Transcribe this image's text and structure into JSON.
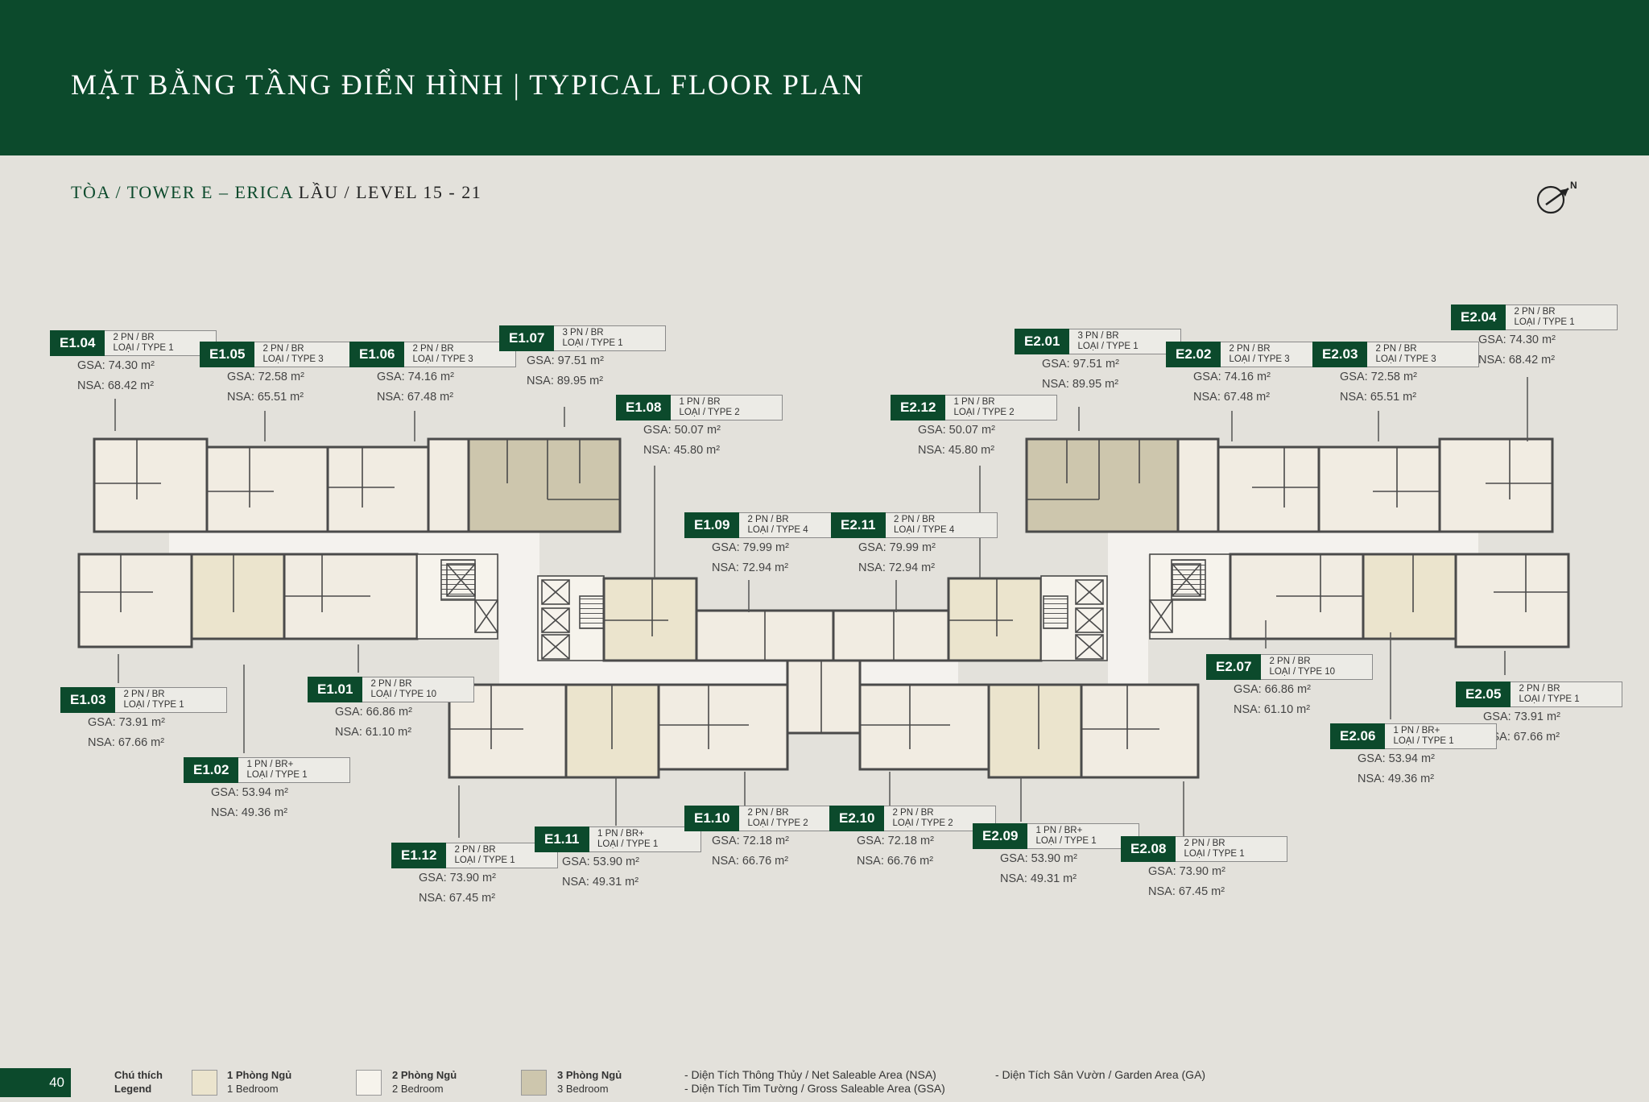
{
  "header": {
    "title": "MẶT BẰNG TẦNG ĐIỂN HÌNH | TYPICAL FLOOR PLAN"
  },
  "subtitle": {
    "tower": "TÒA / TOWER E – ERICA",
    "level": "LẦU / LEVEL 15 - 21"
  },
  "north_label": "N",
  "units": [
    {
      "code": "E1.04",
      "pn": "2 PN / BR",
      "type": "LOẠI / TYPE 1",
      "gsa": "GSA: 74.30 m²",
      "nsa": "NSA: 68.42 m²"
    },
    {
      "code": "E1.05",
      "pn": "2 PN / BR",
      "type": "LOẠI / TYPE 3",
      "gsa": "GSA: 72.58 m²",
      "nsa": "NSA: 65.51 m²"
    },
    {
      "code": "E1.06",
      "pn": "2 PN / BR",
      "type": "LOẠI / TYPE 3",
      "gsa": "GSA: 74.16 m²",
      "nsa": "NSA: 67.48 m²"
    },
    {
      "code": "E1.07",
      "pn": "3 PN / BR",
      "type": "LOẠI / TYPE 1",
      "gsa": "GSA: 97.51 m²",
      "nsa": "NSA: 89.95 m²"
    },
    {
      "code": "E1.08",
      "pn": "1 PN / BR",
      "type": "LOẠI / TYPE 2",
      "gsa": "GSA: 50.07 m²",
      "nsa": "NSA: 45.80 m²"
    },
    {
      "code": "E2.12",
      "pn": "1 PN / BR",
      "type": "LOẠI / TYPE 2",
      "gsa": "GSA: 50.07 m²",
      "nsa": "NSA: 45.80 m²"
    },
    {
      "code": "E2.01",
      "pn": "3 PN / BR",
      "type": "LOẠI / TYPE 1",
      "gsa": "GSA: 97.51 m²",
      "nsa": "NSA: 89.95 m²"
    },
    {
      "code": "E2.02",
      "pn": "2 PN / BR",
      "type": "LOẠI / TYPE 3",
      "gsa": "GSA: 74.16 m²",
      "nsa": "NSA: 67.48 m²"
    },
    {
      "code": "E2.03",
      "pn": "2 PN / BR",
      "type": "LOẠI / TYPE 3",
      "gsa": "GSA: 72.58 m²",
      "nsa": "NSA: 65.51 m²"
    },
    {
      "code": "E2.04",
      "pn": "2 PN / BR",
      "type": "LOẠI / TYPE 1",
      "gsa": "GSA: 74.30 m²",
      "nsa": "NSA: 68.42 m²"
    },
    {
      "code": "E1.09",
      "pn": "2 PN / BR",
      "type": "LOẠI / TYPE 4",
      "gsa": "GSA: 79.99 m²",
      "nsa": "NSA: 72.94 m²"
    },
    {
      "code": "E2.11",
      "pn": "2 PN / BR",
      "type": "LOẠI / TYPE 4",
      "gsa": "GSA: 79.99 m²",
      "nsa": "NSA: 72.94 m²"
    },
    {
      "code": "E1.03",
      "pn": "2 PN / BR",
      "type": "LOẠI / TYPE 1",
      "gsa": "GSA: 73.91 m²",
      "nsa": "NSA: 67.66 m²"
    },
    {
      "code": "E1.01",
      "pn": "2 PN / BR",
      "type": "LOẠI / TYPE 10",
      "gsa": "GSA: 66.86 m²",
      "nsa": "NSA: 61.10 m²"
    },
    {
      "code": "E1.02",
      "pn": "1 PN / BR+",
      "type": "LOẠI / TYPE 1",
      "gsa": "GSA: 53.94 m²",
      "nsa": "NSA: 49.36 m²"
    },
    {
      "code": "E2.07",
      "pn": "2 PN / BR",
      "type": "LOẠI / TYPE 10",
      "gsa": "GSA: 66.86 m²",
      "nsa": "NSA: 61.10 m²"
    },
    {
      "code": "E2.05",
      "pn": "2 PN / BR",
      "type": "LOẠI / TYPE 1",
      "gsa": "GSA: 73.91 m²",
      "nsa": "NSA: 67.66 m²"
    },
    {
      "code": "E2.06",
      "pn": "1 PN / BR+",
      "type": "LOẠI / TYPE 1",
      "gsa": "GSA: 53.94 m²",
      "nsa": "NSA: 49.36 m²"
    },
    {
      "code": "E1.12",
      "pn": "2 PN / BR",
      "type": "LOẠI / TYPE 1",
      "gsa": "GSA: 73.90 m²",
      "nsa": "NSA: 67.45 m²"
    },
    {
      "code": "E1.11",
      "pn": "1 PN / BR+",
      "type": "LOẠI / TYPE 1",
      "gsa": "GSA: 53.90 m²",
      "nsa": "NSA: 49.31 m²"
    },
    {
      "code": "E1.10",
      "pn": "2 PN / BR",
      "type": "LOẠI / TYPE 2",
      "gsa": "GSA: 72.18 m²",
      "nsa": "NSA: 66.76 m²"
    },
    {
      "code": "E2.10",
      "pn": "2 PN / BR",
      "type": "LOẠI / TYPE 2",
      "gsa": "GSA: 72.18 m²",
      "nsa": "NSA: 66.76 m²"
    },
    {
      "code": "E2.09",
      "pn": "1 PN / BR+",
      "type": "LOẠI / TYPE 1",
      "gsa": "GSA: 53.90 m²",
      "nsa": "NSA: 49.31 m²"
    },
    {
      "code": "E2.08",
      "pn": "2 PN / BR",
      "type": "LOẠI / TYPE 1",
      "gsa": "GSA: 73.90 m²",
      "nsa": "NSA: 67.45 m²"
    }
  ],
  "footer": {
    "page_number": "40",
    "legend_label_vi": "Chú thích",
    "legend_label_en": "Legend",
    "legend_1_vi": "1 Phòng Ngủ",
    "legend_1_en": "1 Bedroom",
    "legend_2_vi": "2 Phòng Ngủ",
    "legend_2_en": "2 Bedroom",
    "legend_3_vi": "3 Phòng Ngủ",
    "legend_3_en": "3 Bedroom",
    "note_nsa": "- Diện Tích Thông Thủy / Net Saleable Area (NSA)",
    "note_gsa": "- Diện Tích Tim Tường / Gross Saleable Area (GSA)",
    "note_ga": "- Diện Tích Sân Vườn / Garden Area (GA)"
  },
  "colors": {
    "brand_green": "#0c4a2c",
    "background": "#e3e1db",
    "bedroom_1": "#ebe4cd",
    "bedroom_2": "#f1ece2",
    "bedroom_3": "#cdc6ad"
  }
}
